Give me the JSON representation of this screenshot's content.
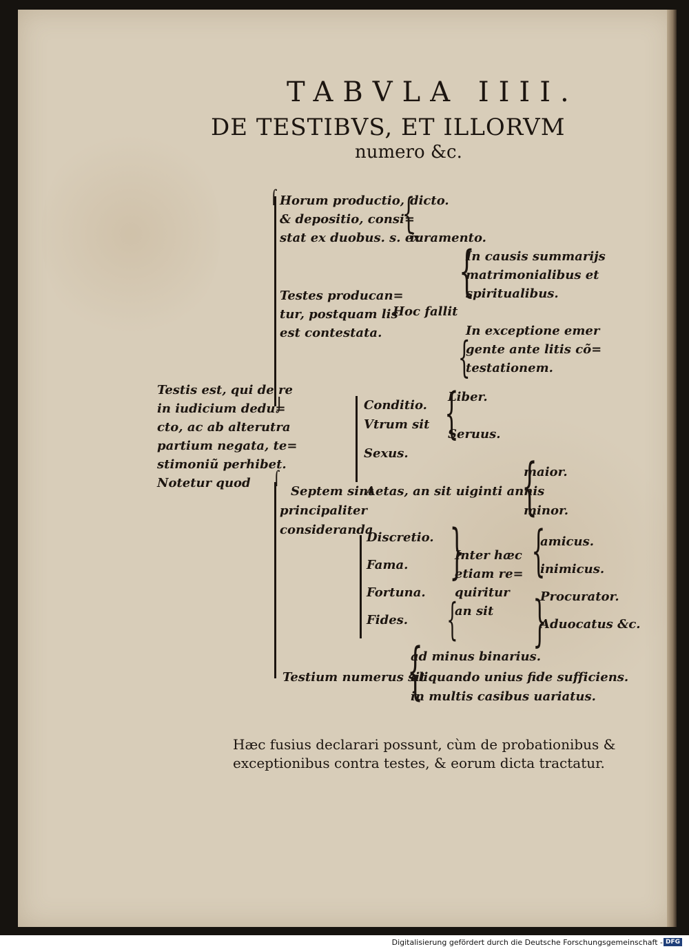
{
  "title": {
    "line1": "TABVLA IIII.",
    "line2": "DE TESTIBVS, ET ILLORVM",
    "line3": "numero &c."
  },
  "definition": [
    "Testis est, qui de re",
    "in iudicium dedu=",
    "cto, ac ab alterutra",
    "partium negata, te=",
    "stimoniũ perhibet.",
    "Notetur quod"
  ],
  "productio": {
    "text": [
      "Horum productio,",
      "& depositio, consi=",
      "stat ex duobus. s. ex"
    ],
    "items": [
      "dicto.",
      "iuramento."
    ]
  },
  "producantur": {
    "text": [
      "Testes producan=",
      "tur, postquam lis",
      "est contestata."
    ],
    "fallit": "Hoc fallit",
    "causis": [
      "In causis summarijs",
      "matrimonialibus et",
      "spiritualibus."
    ],
    "exceptione": [
      "In exceptione emer",
      "gente ante litis cõ=",
      "testationem."
    ]
  },
  "septem": {
    "text": [
      "Septem sint",
      "principaliter",
      "consideranda"
    ],
    "conditio": [
      "Conditio.",
      "Vtrum sit"
    ],
    "conditio_items": [
      "Liber.",
      "Seruus."
    ],
    "sexus": "Sexus.",
    "aetas": "Aetas, an sit uiginti annis",
    "aetas_items": [
      "maior.",
      "minor."
    ],
    "qualities": [
      "Discretio.",
      "Fama.",
      "Fortuna.",
      "Fides."
    ],
    "inter": [
      "Inter hæc",
      "etiam re=",
      "quiritur"
    ],
    "an_sit": "an sit",
    "amicus": [
      "amicus.",
      "inimicus."
    ],
    "procurator": [
      "Procurator.",
      "Aduocatus &c."
    ]
  },
  "numerus": {
    "label": "Testium numerus sit",
    "items": [
      "ad minus binarius.",
      "aliquando unius fide sufficiens.",
      "in multis casibus uariatus."
    ]
  },
  "footnote": [
    "Hæc fusius declarari possunt, cùm de probationibus &",
    "exceptionibus contra testes, & eorum dicta tractatur."
  ],
  "credit": "Digitalisierung gefördert durch die Deutsche Forschungsgemeinschaft -",
  "credit_logo": "DFG"
}
